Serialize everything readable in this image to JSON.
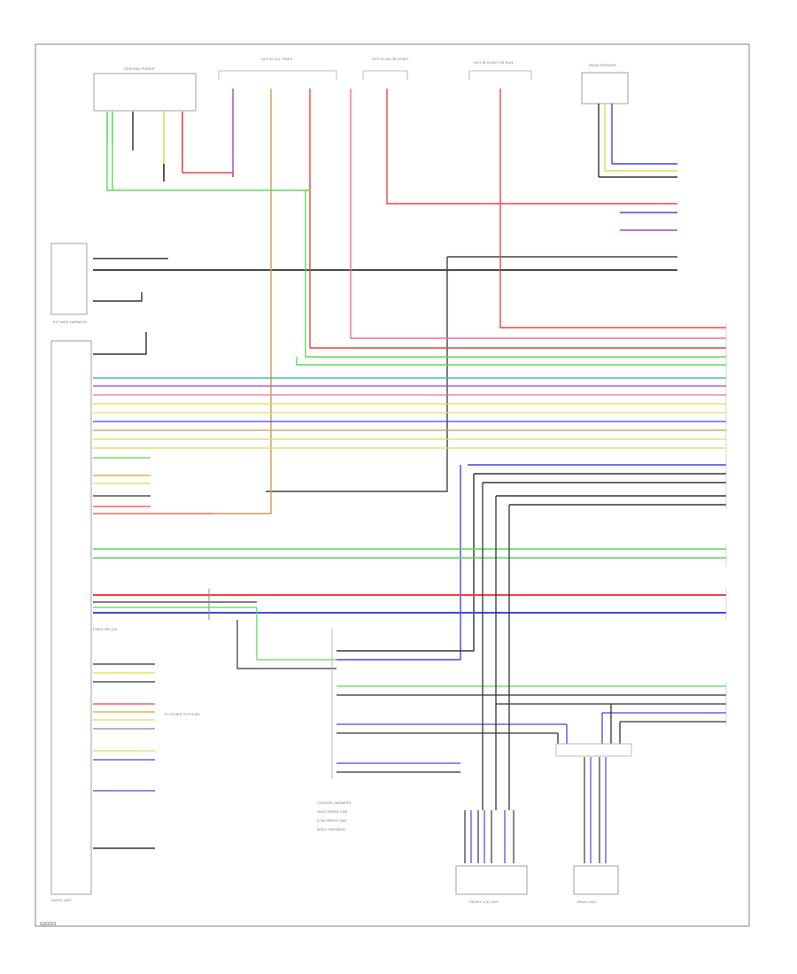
{
  "diagram": {
    "page_tag": "GS0203",
    "components": {
      "central_power": "CENTRAL POWER",
      "kit_wire_body": "KIT WIRE HARNESS",
      "audio_unit_lower": "AUDIO UNIT",
      "rear_speaker": "REAR SPEAKER",
      "front_lcd_unit": "FRONT LCD UNIT",
      "rear_unit": "REAR UNIT"
    },
    "fuse_blocks": {
      "left": "HOT AT ALL TIMES",
      "middle": "HOT IN ON OR START",
      "right": "HOT IN START OR RUN"
    },
    "annotations": {
      "fixed_splice": "FIXED SPLICE",
      "to_other": "TO OTHER SYSTEMS",
      "connector_note_1": "CHASSIS HARNESS",
      "connector_note_2": "HIGH SPEED CAN",
      "connector_note_3": "LOW SPEED CAN",
      "connector_note_4": "BODY HARNESS"
    },
    "wire_colors": {
      "green": "#55dd55",
      "red": "#ee4444",
      "pink": "#ff6699",
      "blue": "#4444ee",
      "violet": "#aa44cc",
      "yellow": "#dddd55",
      "orange": "#ee9933",
      "gray": "#888888",
      "black": "#222222",
      "tan": "#cc9955",
      "cyan": "#33aaaa"
    }
  }
}
